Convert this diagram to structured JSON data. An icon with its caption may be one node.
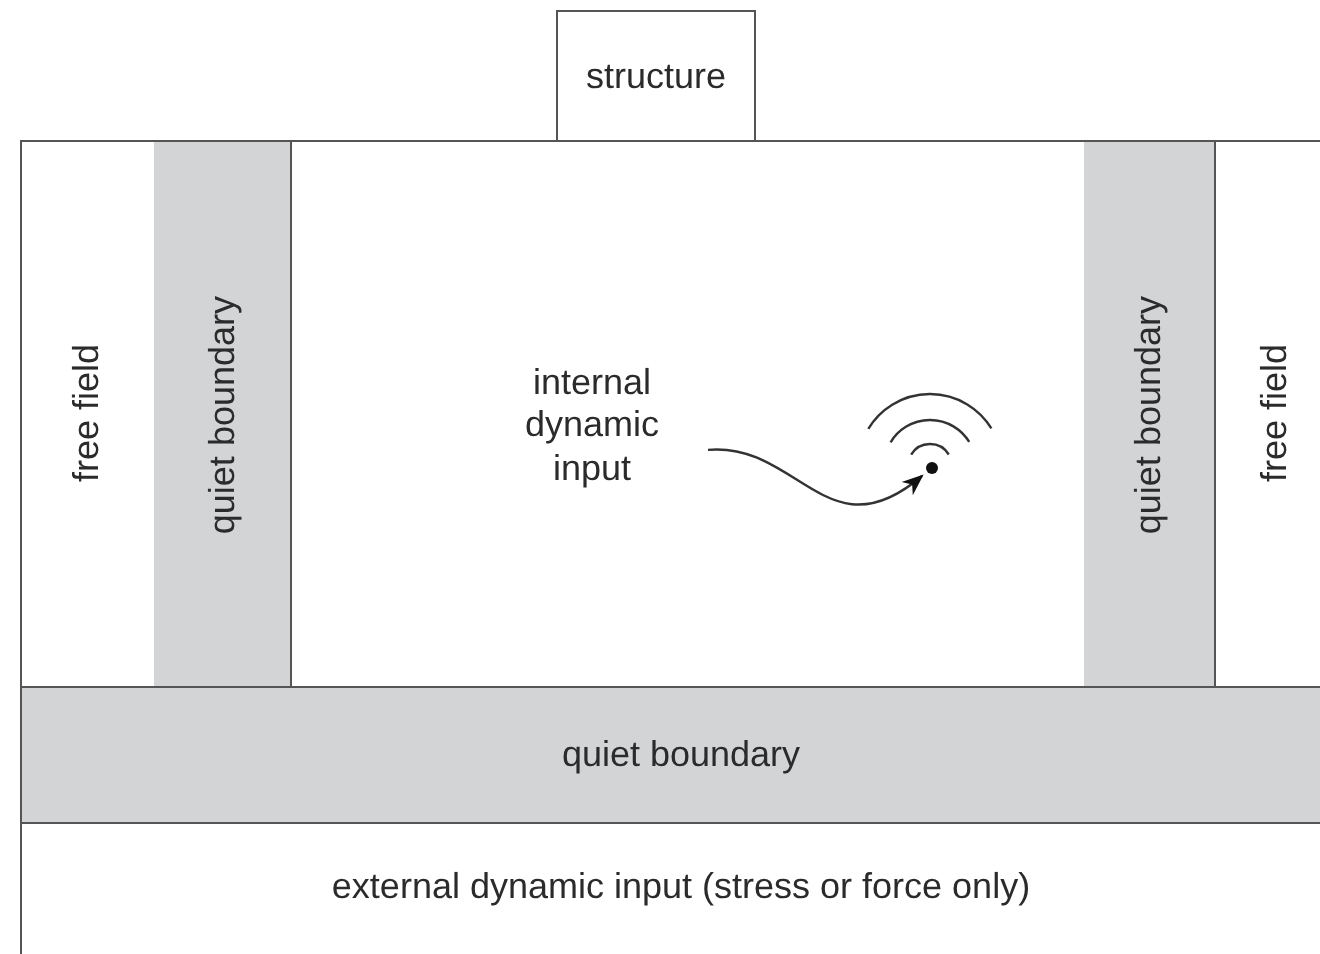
{
  "diagram": {
    "nodes": [
      {
        "text": [
          "structure"
        ]
      },
      {
        "text": [
          "free field"
        ]
      },
      {
        "text": [
          "quiet boundary"
        ]
      },
      {
        "text": [],
        "shape": "box"
      },
      {
        "text": [
          "internal dynamic input"
        ],
        "in": 3
      },
      {
        "text": [],
        "shape": "circle",
        "in": 3
      },
      {
        "text": [
          "quiet boundary"
        ]
      },
      {
        "text": [
          "free field"
        ]
      },
      {
        "text": [
          "quiet boundary"
        ]
      },
      {
        "text": [
          "external dynamic input (stress or force only)"
        ]
      }
    ],
    "edges": [
      {
        "from": 4,
        "to": 5,
        "arrow": "to"
      }
    ]
  }
}
